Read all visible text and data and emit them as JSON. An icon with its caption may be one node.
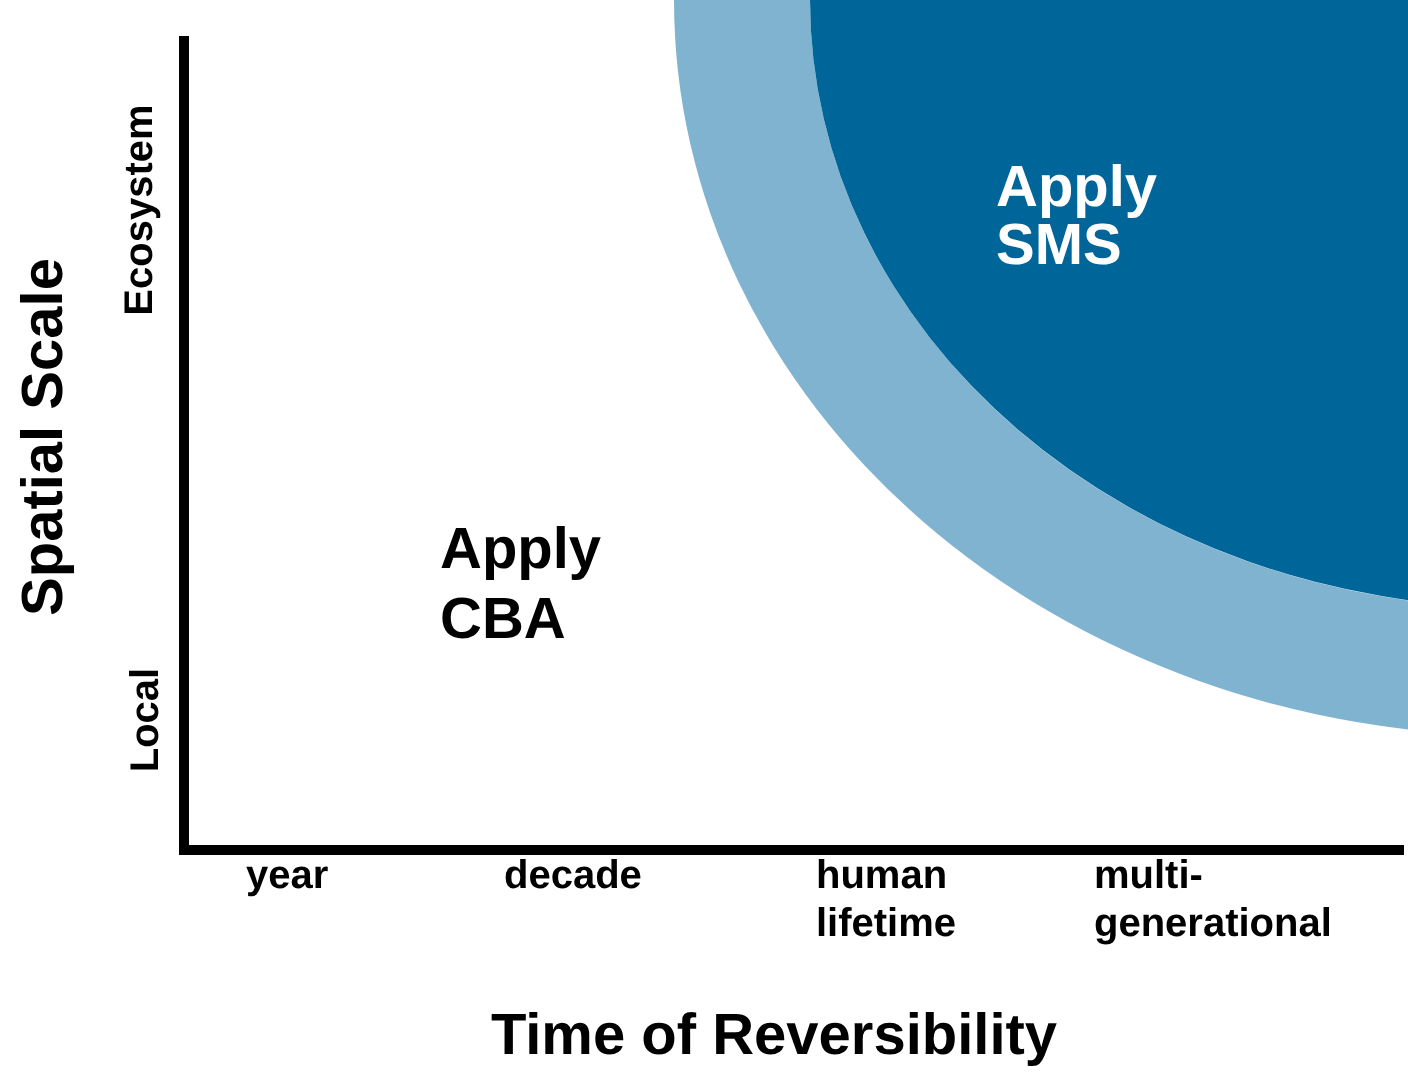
{
  "diagram": {
    "nodes": [
      {
        "text": [],
        "shape": "band"
      },
      {
        "text": [
          "Apply SMS"
        ],
        "in": 0
      }
    ],
    "labels": [
      "Ecosystem",
      "Local",
      "Spatial Scale",
      "Apply CBA",
      "year",
      "decade",
      "human lifetime",
      "multi-generational",
      "Time of Reversibility"
    ]
  }
}
